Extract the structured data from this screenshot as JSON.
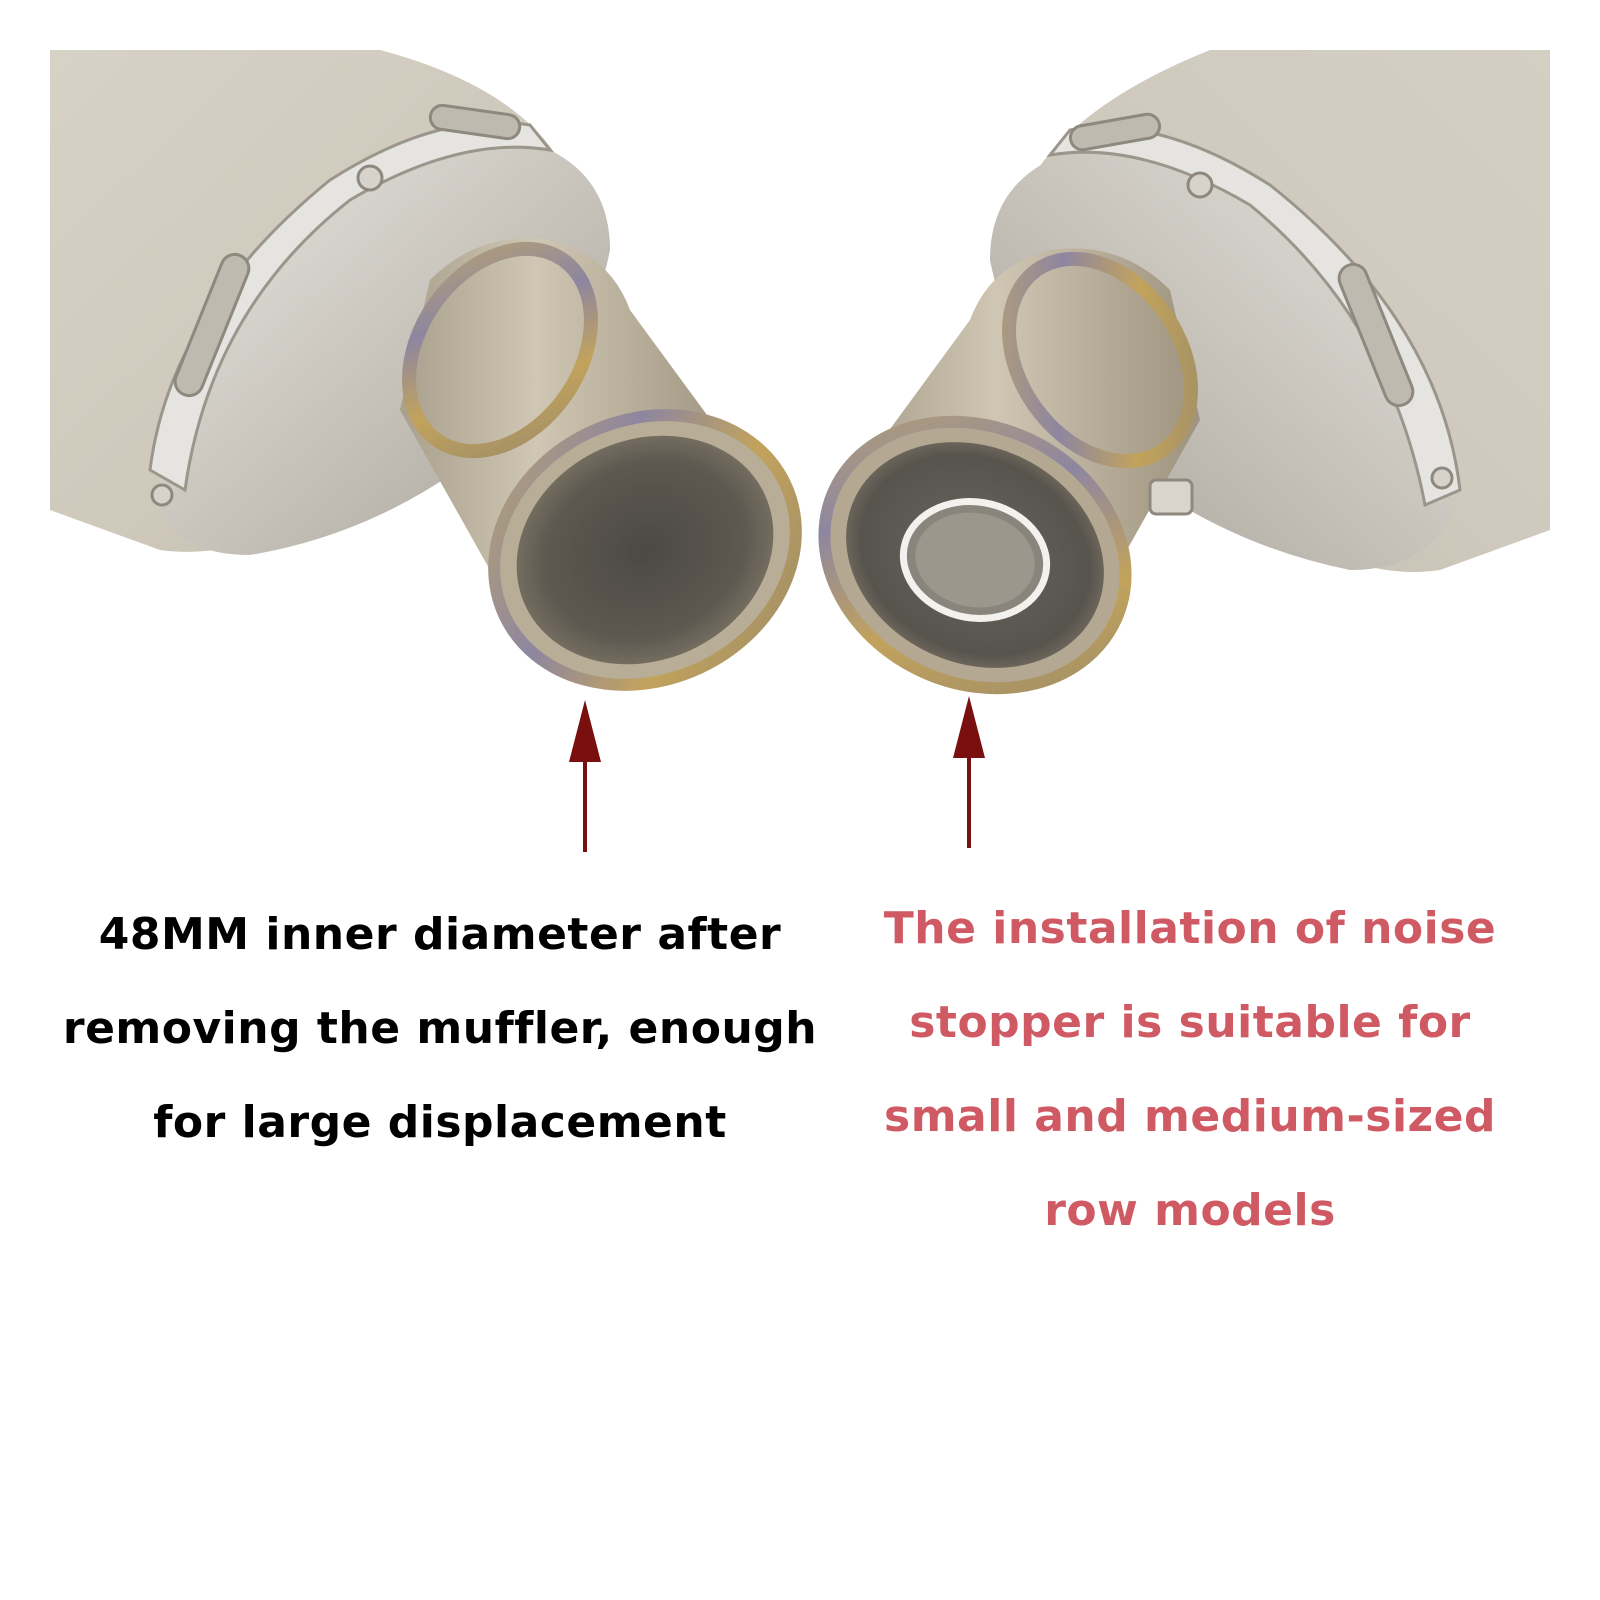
{
  "photo": {
    "subject_left": "exhaust-outlet-open",
    "subject_right": "exhaust-outlet-with-noise-stopper"
  },
  "captions": {
    "left": {
      "lines": [
        "48MM inner diameter after",
        "removing the muffler, enough",
        "for large displacement"
      ],
      "color": "#000000"
    },
    "right": {
      "lines": [
        "The installation of noise",
        "stopper is suitable for",
        "small and medium-sized",
        "row models"
      ],
      "color": "#d05a63"
    }
  },
  "colors": {
    "arrow": "#7a0f0f",
    "background": "#ffffff"
  }
}
